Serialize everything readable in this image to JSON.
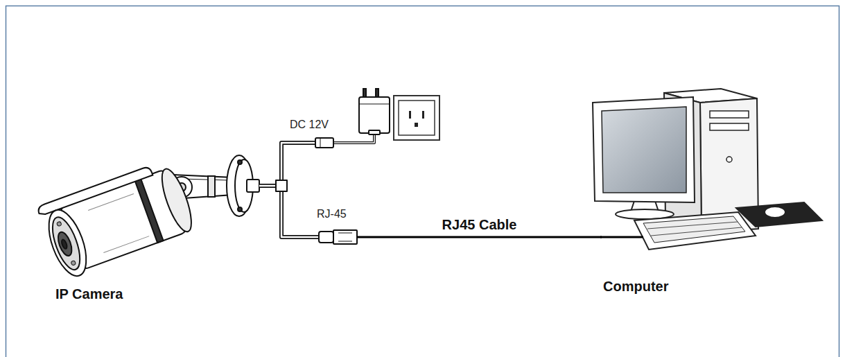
{
  "diagram": {
    "nodes": [
      {
        "text": [
          "IP Camera"
        ]
      },
      {
        "text": [
          "Computer"
        ]
      }
    ],
    "edges": [
      {
        "from": 0,
        "to": 1,
        "arrow": "none",
        "label": "RJ45 Cable"
      }
    ],
    "labels": [
      "DC 12V",
      "RJ-45"
    ]
  }
}
